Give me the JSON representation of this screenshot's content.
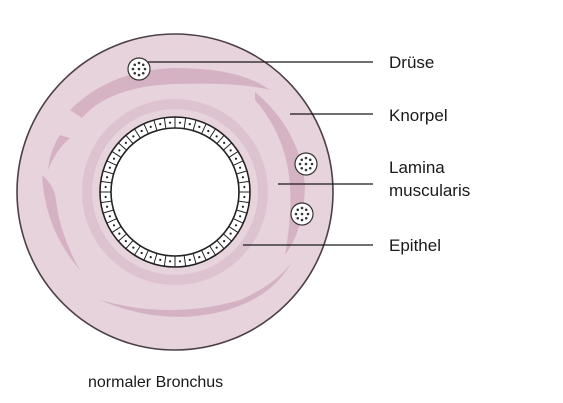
{
  "diagram": {
    "labels": {
      "druese": "Drüse",
      "knorpel": "Knorpel",
      "lamina_line1": "Lamina",
      "lamina_line2": "muscularis",
      "epithel": "Epithel"
    },
    "caption": "normaler Bronchus",
    "colors": {
      "wall_fill": "#e6d3dc",
      "wall_outline": "#4a4046",
      "cartilage": "#cfa8bb",
      "lumen": "#ffffff",
      "epithelium_outline": "#222222",
      "gland": "#ffffff",
      "leader_line": "#1a1a1a"
    }
  }
}
